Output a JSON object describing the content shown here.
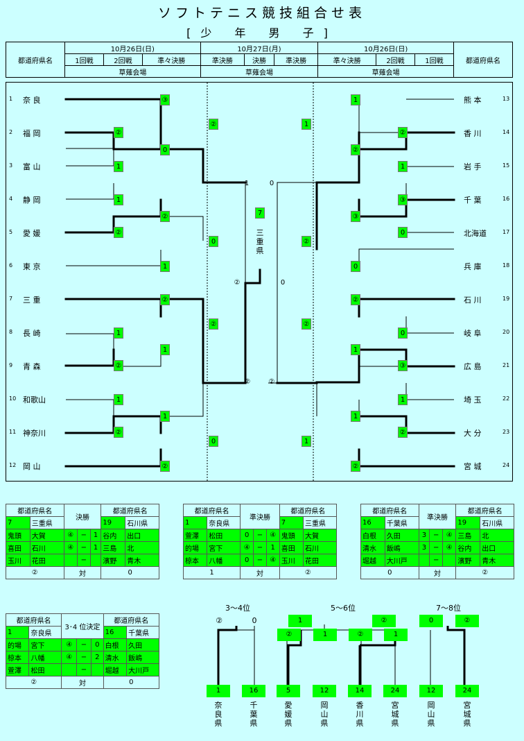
{
  "title": "ソフトテニス競技組合せ表",
  "subtitle": "[少 年 男 子]",
  "header": {
    "pref_col": "都道府県名",
    "left_date": "10月26日(日)",
    "center_date": "10月27日(月)",
    "right_date": "10月26日(日)",
    "round1": "1回戦",
    "round2": "2回戦",
    "quarter": "準々決勝",
    "semi": "準決勝",
    "final": "決勝",
    "venue": "草薙会場"
  },
  "left_teams": [
    {
      "no": "1",
      "name": "奈 良"
    },
    {
      "no": "2",
      "name": "福 岡"
    },
    {
      "no": "3",
      "name": "富 山"
    },
    {
      "no": "4",
      "name": "静 岡"
    },
    {
      "no": "5",
      "name": "愛 媛"
    },
    {
      "no": "6",
      "name": "東 京"
    },
    {
      "no": "7",
      "name": "三 重"
    },
    {
      "no": "8",
      "name": "長 崎"
    },
    {
      "no": "9",
      "name": "青 森"
    },
    {
      "no": "10",
      "name": "和歌山"
    },
    {
      "no": "11",
      "name": "神奈川"
    },
    {
      "no": "12",
      "name": "岡 山"
    }
  ],
  "right_teams": [
    {
      "no": "13",
      "name": "熊 本"
    },
    {
      "no": "14",
      "name": "香 川"
    },
    {
      "no": "15",
      "name": "岩 手"
    },
    {
      "no": "16",
      "name": "千 葉"
    },
    {
      "no": "17",
      "name": "北海道"
    },
    {
      "no": "18",
      "name": "兵 庫"
    },
    {
      "no": "19",
      "name": "石 川"
    },
    {
      "no": "20",
      "name": "岐 阜"
    },
    {
      "no": "21",
      "name": "広 島"
    },
    {
      "no": "22",
      "name": "埼 玉"
    },
    {
      "no": "23",
      "name": "大 分"
    },
    {
      "no": "24",
      "name": "宮 城"
    }
  ],
  "scores": {
    "l_r1_2": "②",
    "l_r1_3": "1",
    "l_r1_4": "1",
    "l_r1_5": "②",
    "l_r1_8": "1",
    "l_r1_9": "②",
    "l_r1_10": "1",
    "l_r1_11": "②",
    "l_r2_a": "③",
    "l_r2_b": "0",
    "l_r2_c": "②",
    "l_r2_d": "1",
    "l_r2_e": "②",
    "l_r2_f": "1",
    "l_r2_g": "1",
    "l_r2_h": "②",
    "l_qf_a": "②",
    "l_qf_b": "0",
    "l_qf_c": "②",
    "l_qf_d": "0",
    "l_sf_a": "1",
    "l_sf_b": "②",
    "r_r1_14": "②",
    "r_r1_15": "1",
    "r_r1_16": "③",
    "r_r1_17": "0",
    "r_r1_20": "0",
    "r_r1_21": "③",
    "r_r1_22": "1",
    "r_r1_23": "②",
    "r_r2_a": "1",
    "r_r2_b": "②",
    "r_r2_c": "③",
    "r_r2_d": "0",
    "r_r2_e": "②",
    "r_r2_f": "1",
    "r_r2_g": "1",
    "r_r2_h": "②",
    "r_qf_a": "1",
    "r_qf_b": "②",
    "r_qf_c": "②",
    "r_qf_d": "1",
    "r_sf_a": "0",
    "r_sf_b": "②",
    "f_l": "②",
    "f_r": "0",
    "champ_no": "7",
    "champ_name": "三重県"
  },
  "final_table": {
    "h_left": "都道府県名",
    "h_mid": "決勝",
    "h_right": "都道府県名",
    "l_no": "7",
    "l_name": "三重県",
    "r_no": "19",
    "r_name": "石川県",
    "rows": [
      [
        "鬼頭",
        "大賀",
        "④",
        "1",
        "谷内",
        "出口"
      ],
      [
        "喜田",
        "石川",
        "④",
        "1",
        "三島",
        "北"
      ],
      [
        "玉川",
        "花田",
        "",
        "",
        "濱野",
        "青木"
      ]
    ],
    "l_total": "②",
    "vs": "対",
    "r_total": "0"
  },
  "semi1_table": {
    "h_left": "都道府県名",
    "h_mid": "準決勝",
    "h_right": "都道府県名",
    "l_no": "1",
    "l_name": "奈良県",
    "r_no": "7",
    "r_name": "三重県",
    "rows": [
      [
        "萱澤",
        "松田",
        "0",
        "④",
        "鬼頭",
        "大賀"
      ],
      [
        "的場",
        "宮下",
        "④",
        "1",
        "喜田",
        "石川"
      ],
      [
        "椋本",
        "八幡",
        "0",
        "④",
        "玉川",
        "花田"
      ]
    ],
    "l_total": "1",
    "vs": "対",
    "r_total": "②"
  },
  "semi2_table": {
    "h_left": "都道府県名",
    "h_mid": "準決勝",
    "h_right": "都道府県名",
    "l_no": "16",
    "l_name": "千葉県",
    "r_no": "19",
    "r_name": "石川県",
    "rows": [
      [
        "白根",
        "久田",
        "3",
        "④",
        "三島",
        "北"
      ],
      [
        "清水",
        "飯嶋",
        "3",
        "④",
        "谷内",
        "出口"
      ],
      [
        "堀越",
        "大川戸",
        "",
        "",
        "濱野",
        "青木"
      ]
    ],
    "l_total": "0",
    "vs": "対",
    "r_total": "②"
  },
  "third_table": {
    "h_left": "都道府県名",
    "h_mid": "3･4 位決定",
    "h_right": "都道府県名",
    "l_no": "1",
    "l_name": "奈良県",
    "r_no": "16",
    "r_name": "千葉県",
    "rows": [
      [
        "的場",
        "宮下",
        "④",
        "0",
        "白根",
        "久田"
      ],
      [
        "椋本",
        "八幡",
        "④",
        "2",
        "清水",
        "飯嶋"
      ],
      [
        "萱澤",
        "松田",
        "",
        "",
        " 堀越",
        "大川戸"
      ]
    ],
    "l_total": "②",
    "vs": "対",
    "r_total": "0"
  },
  "placement": {
    "p34": "3〜4位",
    "p56": "5〜6位",
    "p78": "7〜8位",
    "p34_l": "②",
    "p34_r": "0",
    "p56_t1": "1",
    "p56_t2": "②",
    "p56_m1": "②",
    "p56_m2": "1",
    "p56_m3": "②",
    "p56_m4": "1",
    "p78_l": "0",
    "p78_r": "②",
    "teams": [
      {
        "no": "1",
        "name": "奈良県"
      },
      {
        "no": "16",
        "name": "千葉県"
      },
      {
        "no": "5",
        "name": "愛媛県"
      },
      {
        "no": "12",
        "name": "岡山県"
      },
      {
        "no": "14",
        "name": "香川県"
      },
      {
        "no": "24",
        "name": "宮城県"
      },
      {
        "no": "12",
        "name": "岡山県"
      },
      {
        "no": "24",
        "name": "宮城県"
      }
    ]
  }
}
